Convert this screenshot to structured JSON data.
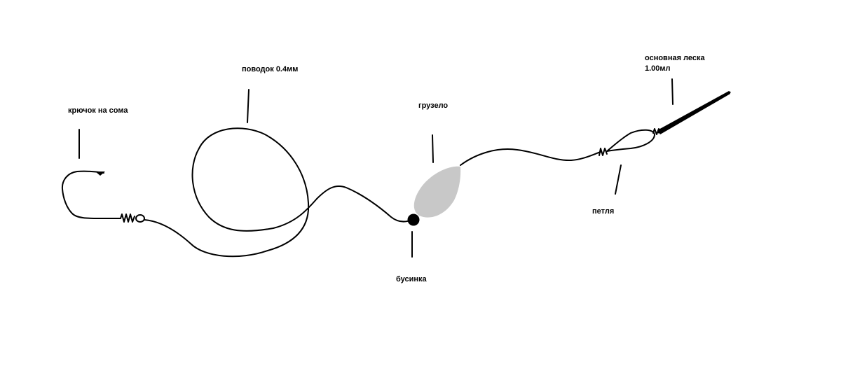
{
  "labels": {
    "hook": "крючок на сома",
    "leader": "поводок 0.4мм",
    "sinker": "грузело",
    "bead": "бусинка",
    "loop": "петля",
    "main_line_1": "основная леска",
    "main_line_2": "1.00мл"
  },
  "colors": {
    "line": "#000000",
    "sinker_fill": "#c8c8c8",
    "bead_fill": "#000000",
    "background": "#ffffff"
  }
}
